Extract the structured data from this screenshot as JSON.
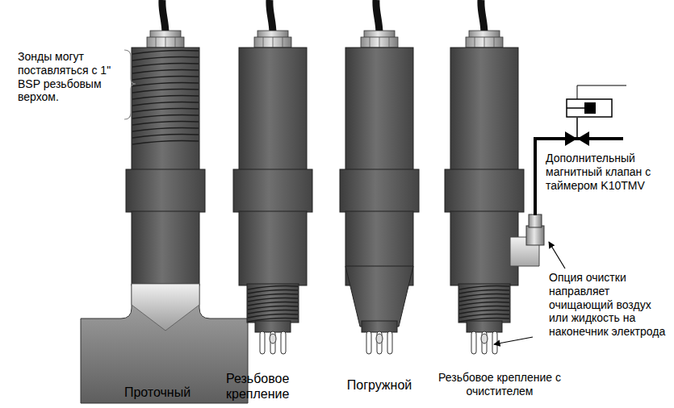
{
  "diagram": {
    "labels": [
      "Зонды могут поставляться с 1\" BSP резьбовым верхом.",
      "Проточный",
      "Резьбовое крепление",
      "Погружной",
      "Резьбовое крепление с очистителем",
      "Дополнительный магнитный клапан с таймером K10TMV",
      "Опция очистки направляет очищающий воздух или жидкость на наконечник электрода"
    ]
  }
}
